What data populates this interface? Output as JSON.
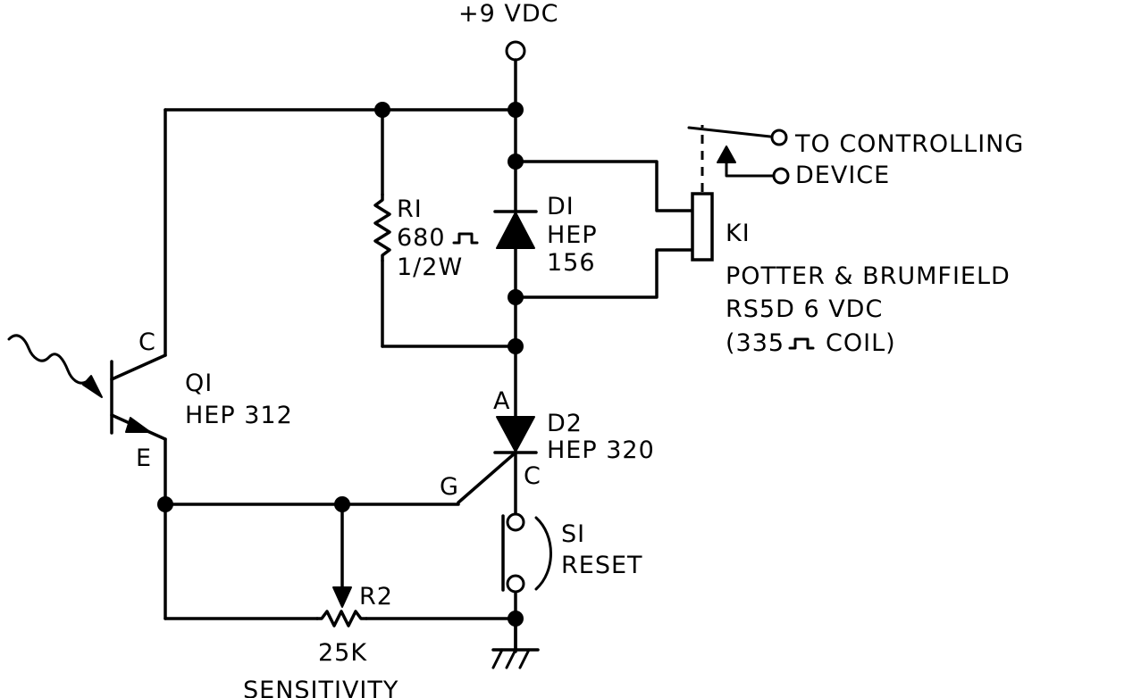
{
  "supply": {
    "label": "+9 VDC"
  },
  "q1": {
    "name": "QI",
    "part": "HEP 312",
    "collector_label": "C",
    "emitter_label": "E"
  },
  "r1": {
    "name": "RI",
    "value": "680",
    "power": "1/2W"
  },
  "d1": {
    "name": "DI",
    "part_line1": "HEP",
    "part_line2": "156"
  },
  "d2": {
    "anode_label": "A",
    "name": "D2",
    "part": "HEP 320",
    "gate_label": "G",
    "cathode_label": "C"
  },
  "k1": {
    "name": "KI",
    "line1": "POTTER & BRUMFIELD",
    "line2": "RS5D  6 VDC",
    "line3_prefix": "(335",
    "line3_suffix": "COIL)"
  },
  "output": {
    "line1": "TO CONTROLLING",
    "line2": "DEVICE"
  },
  "s1": {
    "name": "SI",
    "function": "RESET"
  },
  "r2": {
    "name": "R2",
    "value": "25K",
    "function": "SENSITIVITY"
  },
  "ground": {
    "symbol": "ground"
  }
}
